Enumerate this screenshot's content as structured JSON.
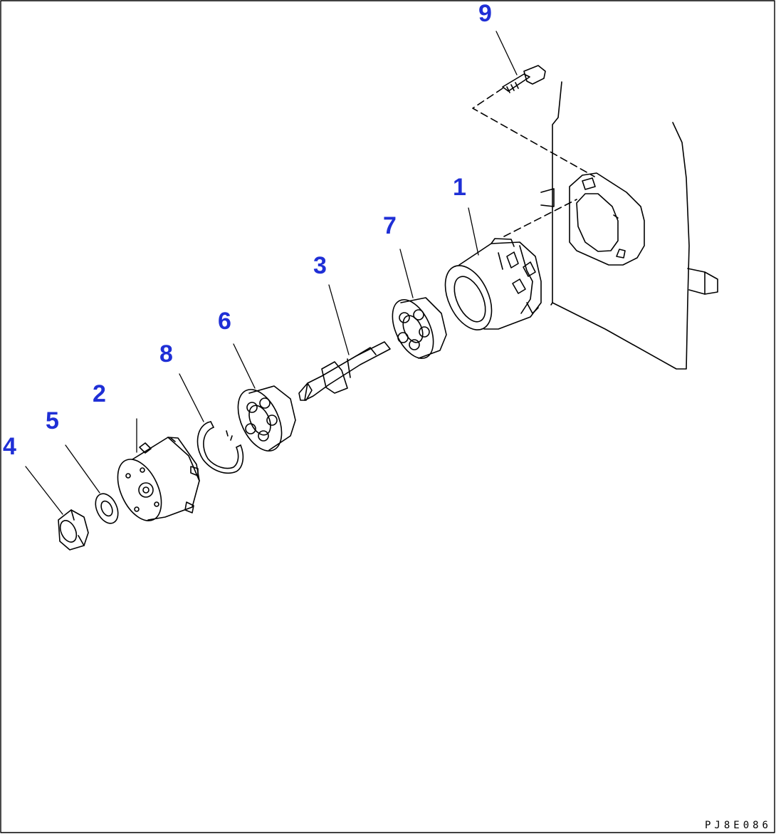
{
  "callouts": {
    "c1": "1",
    "c2": "2",
    "c3": "3",
    "c4": "4",
    "c5": "5",
    "c6": "6",
    "c7": "7",
    "c8": "8",
    "c9": "9"
  },
  "reference_code": "PJ8E086",
  "colors": {
    "callout": "#1f2fd6",
    "line": "#000000",
    "background": "#ffffff"
  }
}
